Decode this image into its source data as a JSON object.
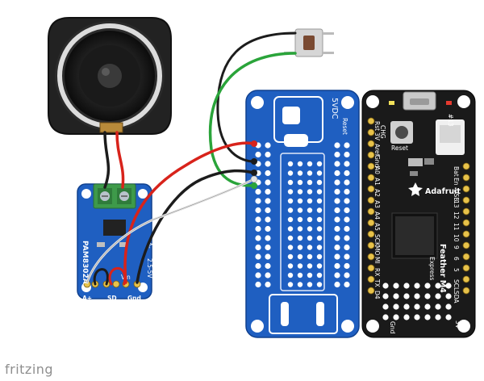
{
  "watermark": "fritzing",
  "proto_board": {
    "label_5vdc": "5VDC",
    "label_reset": "Reset"
  },
  "amplifier": {
    "part_number": "PAM8302A",
    "bottom_labels": [
      "A+",
      "SD",
      "Gnd"
    ],
    "side_labels": [
      "Vin",
      "A-",
      "2.5-5V"
    ]
  },
  "feather": {
    "top_labels": [
      "CHG",
      "#13"
    ],
    "left_labels": [
      "Rst",
      "3V",
      "Aref",
      "Gnd",
      "A0",
      "A1",
      "A2",
      "A3",
      "A4",
      "A5",
      "SCK",
      "MO",
      "MI",
      "RX",
      "TX",
      "D4"
    ],
    "right_labels": [
      "Bat",
      "En",
      "USB",
      "13",
      "12",
      "11",
      "10",
      "9",
      "6",
      "5",
      "SCL",
      "SDA"
    ],
    "reset_label": "Reset",
    "brand": "Adafruit",
    "model_line1": "Feather M4",
    "model_line2": "Express",
    "gnd_label": "Gnd",
    "threev_label": "3V"
  },
  "colors": {
    "pcb_blue": "#1f5fc1",
    "pcb_black": "#1a1a1a",
    "wire_red": "#d8231b",
    "wire_black": "#1c1c1c",
    "wire_white": "#e6e6e6",
    "wire_green": "#2aa43a"
  }
}
